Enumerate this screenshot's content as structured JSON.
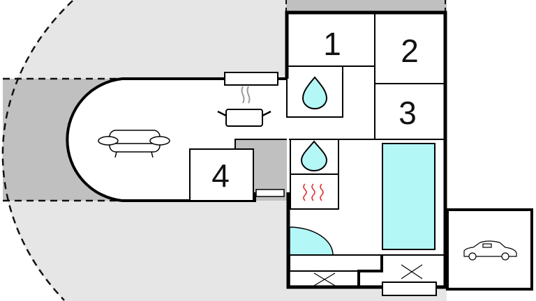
{
  "floorplan": {
    "rooms": [
      {
        "label": "1"
      },
      {
        "label": "2"
      },
      {
        "label": "3"
      },
      {
        "label": "4"
      }
    ],
    "icons": [
      "sofa-icon",
      "kitchen-pot-icon",
      "water-drop-icon",
      "sauna-heat-icon",
      "pool-icon",
      "car-icon",
      "window-icon"
    ],
    "colors": {
      "terrace": "#e6e6e6",
      "covered_terrace": "#c0c0c0",
      "water": "#b3f7f7",
      "wall": "#000000",
      "heat": "#e03030"
    }
  }
}
